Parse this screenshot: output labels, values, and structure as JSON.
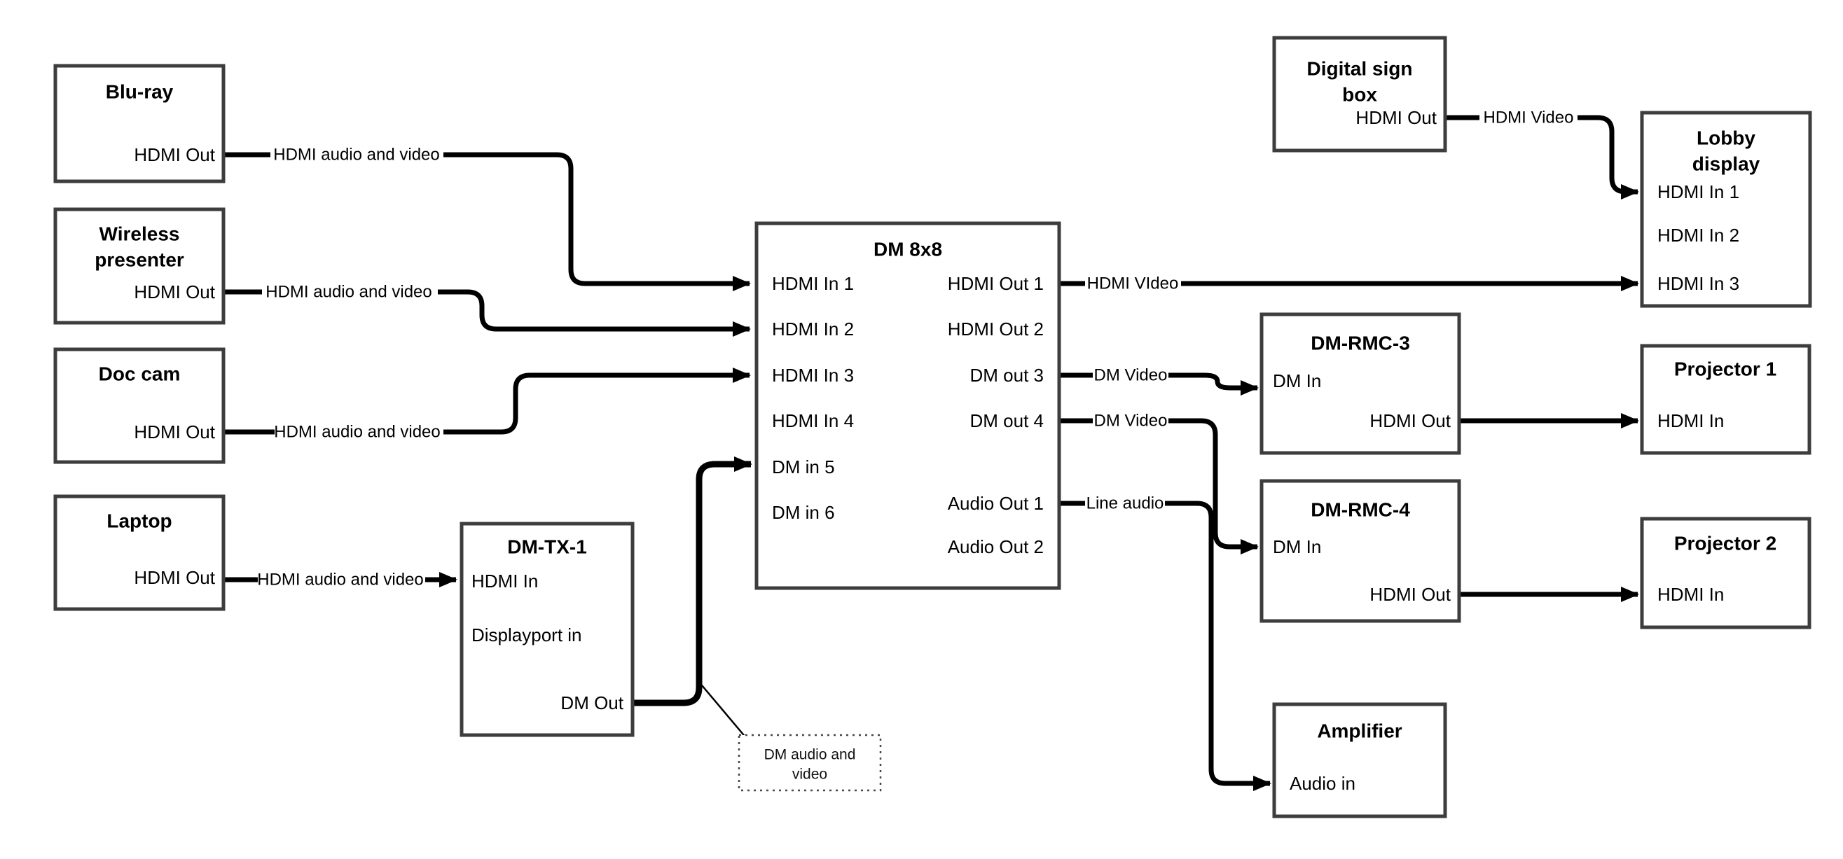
{
  "diagram": {
    "nodes": {
      "bluray": {
        "title": "Blu-ray",
        "port_hdmi_out": "HDMI Out"
      },
      "wireless": {
        "title_line1": "Wireless",
        "title_line2": "presenter",
        "port_hdmi_out": "HDMI Out"
      },
      "doccam": {
        "title": "Doc cam",
        "port_hdmi_out": "HDMI Out"
      },
      "laptop": {
        "title": "Laptop",
        "port_hdmi_out": "HDMI Out"
      },
      "dmtx1": {
        "title": "DM-TX-1",
        "port_hdmi_in": "HDMI In",
        "port_displayport_in": "Displayport in",
        "port_dm_out": "DM Out"
      },
      "dm8x8": {
        "title": "DM 8x8",
        "port_hdmi_in_1": "HDMI In 1",
        "port_hdmi_in_2": "HDMI In 2",
        "port_hdmi_in_3": "HDMI In 3",
        "port_hdmi_in_4": "HDMI In 4",
        "port_dm_in_5": "DM in 5",
        "port_dm_in_6": "DM in 6",
        "port_hdmi_out_1": "HDMI Out 1",
        "port_hdmi_out_2": "HDMI Out 2",
        "port_dm_out_3": "DM out 3",
        "port_dm_out_4": "DM out 4",
        "port_audio_out_1": "Audio Out 1",
        "port_audio_out_2": "Audio Out 2"
      },
      "digital_sign": {
        "title_line1": "Digital sign",
        "title_line2": "box",
        "port_hdmi_out": "HDMI Out"
      },
      "lobby": {
        "title_line1": "Lobby",
        "title_line2": "display",
        "port_hdmi_in_1": "HDMI In 1",
        "port_hdmi_in_2": "HDMI In 2",
        "port_hdmi_in_3": "HDMI In 3"
      },
      "dmrmc3": {
        "title": "DM-RMC-3",
        "port_dm_in": "DM In",
        "port_hdmi_out": "HDMI Out"
      },
      "proj1": {
        "title": "Projector 1",
        "port_hdmi_in": "HDMI In"
      },
      "dmrmc4": {
        "title": "DM-RMC-4",
        "port_dm_in": "DM In",
        "port_hdmi_out": "HDMI Out"
      },
      "proj2": {
        "title": "Projector 2",
        "port_hdmi_in": "HDMI In"
      },
      "amplifier": {
        "title": "Amplifier",
        "port_audio_in": "Audio in"
      }
    },
    "connection_labels": {
      "bluray_to_dm8x8": "HDMI audio and video",
      "wireless_to_dm8x8": "HDMI audio and video",
      "doccam_to_dm8x8": "HDMI audio and video",
      "laptop_to_dmtx1": "HDMI audio and video",
      "hdmi_out1_to_lobby": "HDMI VIdeo",
      "digital_sign_to_lobby": "HDMI Video",
      "dm_out3_to_dmrmc3": "DM Video",
      "dm_out4_to_dmrmc4": "DM Video",
      "audio_out1_to_amplifier": "Line audio"
    },
    "note": {
      "line1": "DM audio and",
      "line2": "video"
    },
    "colors": {
      "background": "#ffffff",
      "box_border": "#3d3d3d",
      "line": "#000000"
    }
  }
}
